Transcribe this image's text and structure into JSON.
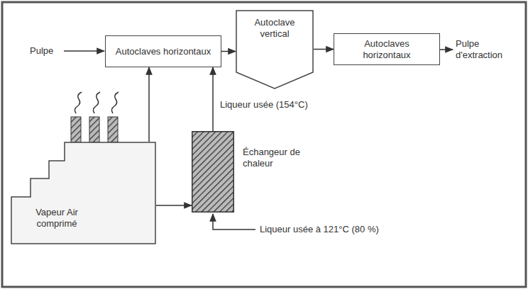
{
  "diagram": {
    "nodes": [
      {
        "text": [
          "Autoclaves horizontaux"
        ]
      },
      {
        "text": [
          "Autoclave vertical"
        ]
      },
      {
        "text": [
          "Autoclaves horizontaux"
        ]
      },
      {
        "text": [
          "Vapeur Air comprimé"
        ]
      },
      {
        "text": [
          "Échangeur de chaleur"
        ]
      }
    ],
    "edges": [
      {
        "from": 0,
        "to": 1,
        "arrow": "to"
      },
      {
        "from": 1,
        "to": 2,
        "arrow": "to"
      },
      {
        "from": 3,
        "to": 0,
        "arrow": "to"
      },
      {
        "from": 3,
        "to": 4,
        "arrow": "to"
      },
      {
        "from": 4,
        "to": 0,
        "arrow": "to",
        "label": "Liqueur usée (154°C)"
      }
    ],
    "labels": [
      "Pulpe",
      "Pulpe d'extraction",
      "Liqueur usée à 121°C (80 %)"
    ]
  }
}
